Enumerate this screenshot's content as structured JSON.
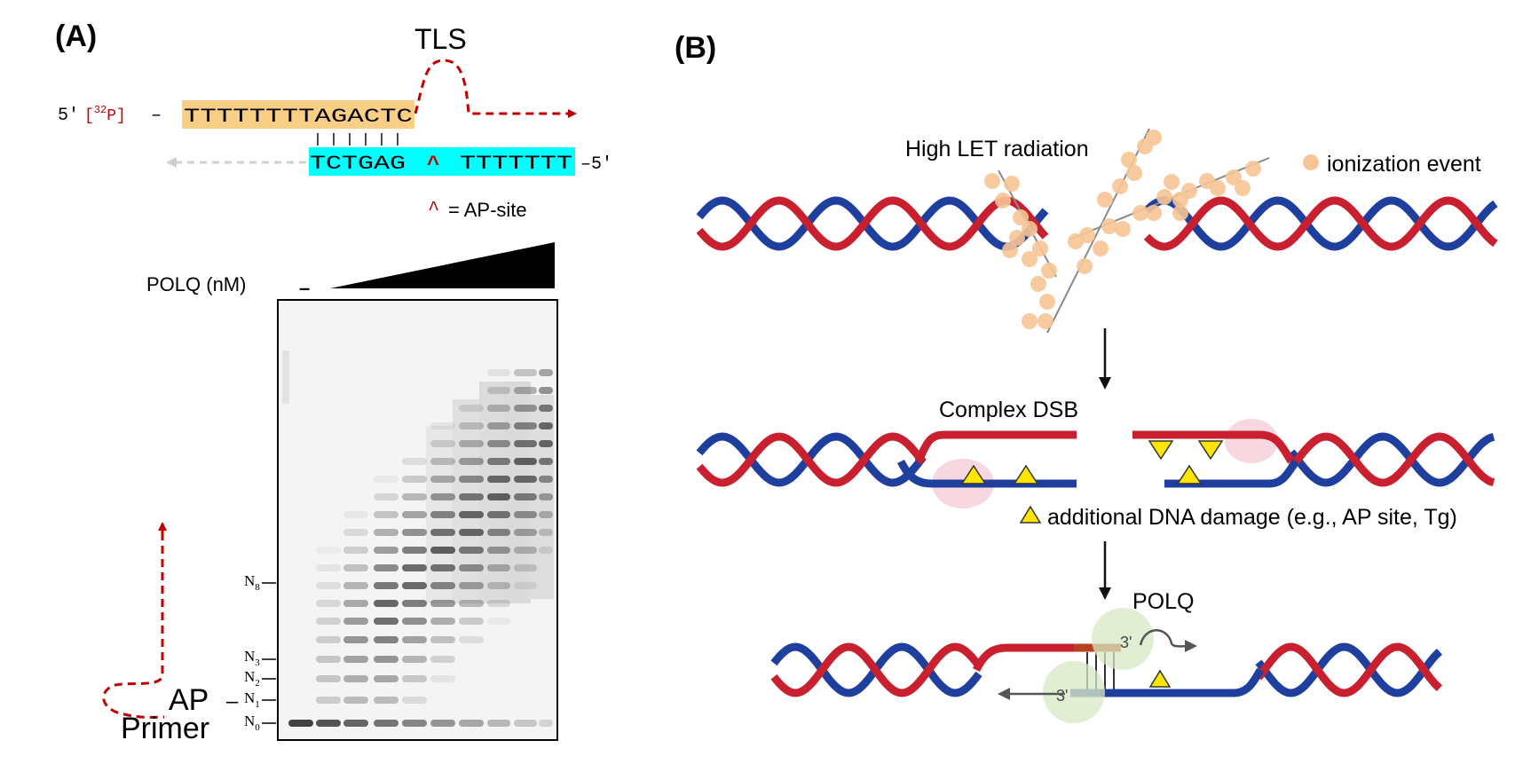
{
  "panel_a": {
    "label": "(A)",
    "tls_label": "TLS",
    "five_prime": "5′",
    "p32_bracket_open": "[",
    "p32_mass": "32",
    "p32_elem": "P]",
    "dash": "–",
    "primer_seq": "TTTTTTTTAGACTC",
    "template_seq_left": "TCTGAG",
    "template_caret": "^",
    "template_seq_right": "TTTTTTT",
    "template_five": "–5′",
    "ap_legend_symbol": "^",
    "ap_legend_text": "= AP-site",
    "polq_label": "POLQ (nM)",
    "no_enzyme_lane": "–",
    "band_labels": [
      {
        "base": "N",
        "sub": "8"
      },
      {
        "base": "N",
        "sub": "3"
      },
      {
        "base": "N",
        "sub": "2"
      },
      {
        "base": "N",
        "sub": "1"
      },
      {
        "base": "N",
        "sub": "0"
      }
    ],
    "ap_label": "AP",
    "ap_dash": "–",
    "primer_label": "Primer"
  },
  "panel_b": {
    "label": "(B)",
    "radiation_label": "High LET radiation",
    "ionization_legend": "ionization event",
    "complex_dsb_label": "Complex DSB",
    "damage_legend": "additional DNA damage (e.g., AP site, Tg)",
    "polq_label": "POLQ",
    "three_prime_top": "3'",
    "three_prime_bottom": "3'"
  },
  "colors": {
    "primer_box": "#f9cf85",
    "template_box": "#00ffff",
    "tls_arrow": "#c00000",
    "strand_red": "#c8202e",
    "strand_blue": "#1f3f9e",
    "ionization": "#f6c495",
    "damage_triangle": "#ffe600",
    "polq_blob": "#d8e8c4",
    "pink_blob": "#f2bccb"
  }
}
